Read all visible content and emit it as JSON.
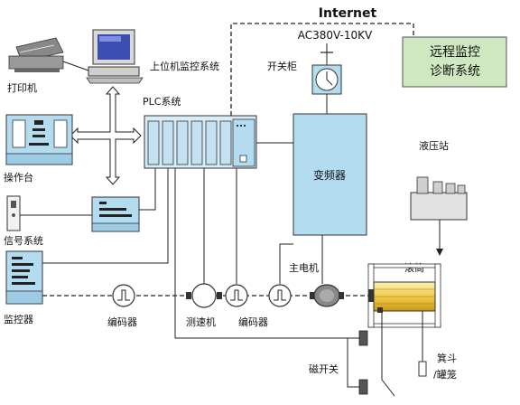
{
  "labels": {
    "internet": "Internet",
    "ac_voltage": "AC380V-10KV",
    "remote_line1": "远程监控",
    "remote_line2": "诊断系统",
    "printer": "打印机",
    "upper_monitor": "上位机监控系统",
    "switch_cabinet": "开关柜",
    "plc": "PLC系统",
    "console": "操作台",
    "vfd": "变频器",
    "hydraulic": "液压站",
    "signal_system": "信号系统",
    "main_motor": "主电机",
    "drum": "滚筒",
    "monitor": "监控器",
    "encoder_left": "编码器",
    "tacho": "测速机",
    "encoder_mid": "编码器",
    "magnetic_switch": "磁开关",
    "skip_line1": "箕斗",
    "skip_line2": "/罐笼"
  },
  "colors": {
    "equipment_fill": "#b3dcf0",
    "remote_fill": "#cfe8c2",
    "drum_fill": "#f5d76e",
    "line": "#222222"
  }
}
